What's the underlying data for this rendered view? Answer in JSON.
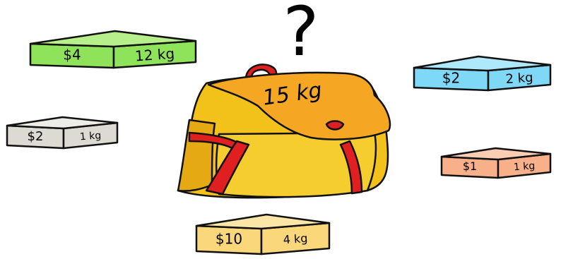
{
  "question_mark": "?",
  "knapsack": {
    "capacity_label": "15 kg",
    "colors": {
      "body": "#f2c21b",
      "flap": "#f5a623",
      "strap": "#e02020",
      "outline": "#111111"
    }
  },
  "items": [
    {
      "price": "$4",
      "weight": "12 kg",
      "color": "#8fe35a",
      "top_color": "#b7f08a",
      "side_color": "#6cc23a"
    },
    {
      "price": "$2",
      "weight": "2 kg",
      "color": "#7fd8f6",
      "top_color": "#aee8fb",
      "side_color": "#5bbde0"
    },
    {
      "price": "$2",
      "weight": "1 kg",
      "color": "#dcdad2",
      "top_color": "#eeece6",
      "side_color": "#c2bfb5"
    },
    {
      "price": "$1",
      "weight": "1 kg",
      "color": "#f7b08a",
      "top_color": "#fbcdb2",
      "side_color": "#e4926a"
    },
    {
      "price": "$10",
      "weight": "4 kg",
      "color": "#f9d77a",
      "top_color": "#fbe6a8",
      "side_color": "#e6bd52"
    }
  ]
}
